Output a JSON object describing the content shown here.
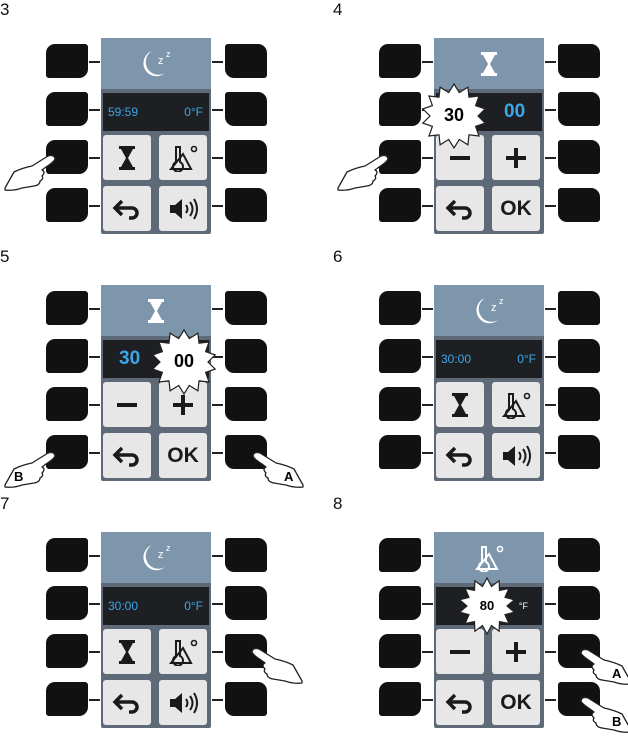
{
  "steps": [
    {
      "number": "3",
      "display": {
        "time": "59:59",
        "temp": "0°F"
      },
      "header_icon": "moon-sleep-icon",
      "keys": [
        "hourglass-icon",
        "temperature-probe-icon",
        "back-arrow-icon",
        "speaker-icon"
      ]
    },
    {
      "number": "4",
      "display": {
        "value": "00",
        "burst": "30"
      },
      "header_icon": "hourglass-icon",
      "keys": [
        "minus-icon",
        "plus-icon",
        "back-arrow-icon",
        "ok-label"
      ],
      "ok": "OK"
    },
    {
      "number": "5",
      "display": {
        "value": "30",
        "burst": "00"
      },
      "header_icon": "hourglass-icon",
      "keys": [
        "minus-icon",
        "plus-icon",
        "back-arrow-icon",
        "ok-label"
      ],
      "ok": "OK",
      "callouts": {
        "left": "B",
        "right": "A"
      }
    },
    {
      "number": "6",
      "display": {
        "time": "30:00",
        "temp": "0°F"
      },
      "header_icon": "moon-sleep-icon",
      "keys": [
        "hourglass-icon",
        "temperature-probe-icon",
        "back-arrow-icon",
        "speaker-icon"
      ]
    },
    {
      "number": "7",
      "display": {
        "time": "30:00",
        "temp": "0°F"
      },
      "header_icon": "moon-sleep-icon",
      "keys": [
        "hourglass-icon",
        "temperature-probe-icon",
        "back-arrow-icon",
        "speaker-icon"
      ]
    },
    {
      "number": "8",
      "display": {
        "burst": "80",
        "unit": "°F"
      },
      "header_icon": "temperature-probe-icon",
      "keys": [
        "minus-icon",
        "plus-icon",
        "back-arrow-icon",
        "ok-label"
      ],
      "ok": "OK",
      "callouts": {
        "right_top": "A",
        "right_bottom": "B"
      }
    }
  ],
  "colors": {
    "screen_header": "#7d96ab",
    "bezel": "#5e6a77",
    "lcd": "#1d1f23",
    "lcd_text": "#3ba7e8",
    "key": "#e7e7e7",
    "hardware_button": "#111111"
  }
}
